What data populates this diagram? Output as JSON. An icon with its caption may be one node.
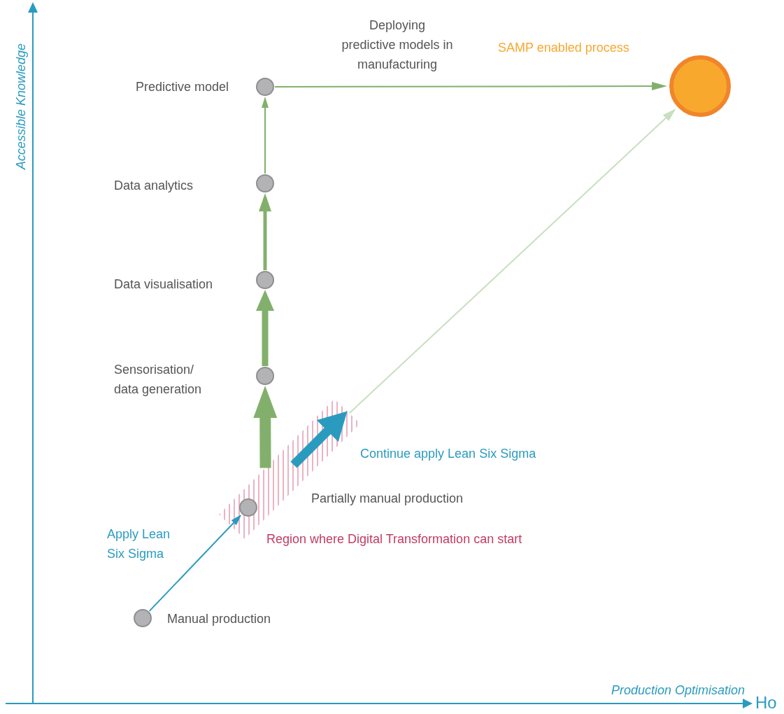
{
  "diagram": {
    "nodes": [
      {
        "text": [],
        "shape": "circle",
        "beside": [
          "SAMP enabled process"
        ]
      },
      {
        "text": [],
        "shape": "circle",
        "beside": [
          "Predictive model"
        ]
      },
      {
        "text": [],
        "shape": "circle"
      },
      {
        "text": [],
        "shape": "circle",
        "beside": [
          "Data visualisation"
        ]
      },
      {
        "text": [],
        "shape": "circle"
      },
      {
        "text": [],
        "shape": "bar",
        "beside": [
          "Region where Digital Transformation can start"
        ]
      },
      {
        "text": [],
        "shape": "circle",
        "in": 5
      },
      {
        "text": [],
        "shape": "circle",
        "beside": [
          "Manual production"
        ]
      }
    ],
    "edges": [
      {
        "from": 7,
        "to": 6,
        "arrow": "to",
        "label": "Apply Lean Six Sigma",
        "color": "#2a9bbf"
      },
      {
        "from": 5,
        "to": 4,
        "arrow": "to",
        "style": "thick"
      },
      {
        "from": 4,
        "to": 3,
        "arrow": "to",
        "style": "thick"
      },
      {
        "from": 3,
        "to": 2,
        "arrow": "to",
        "style": "thick"
      },
      {
        "from": 2,
        "to": 1,
        "arrow": "to"
      },
      {
        "from": 1,
        "to": 0,
        "arrow": "to",
        "label": "Deploying predictive models in manufacturing"
      },
      {
        "from": null,
        "to": 5,
        "arrow": "to",
        "label": "Continue apply Lean Six Sigma",
        "style": "thick",
        "color": "#2a9bbf"
      },
      {
        "from": 5,
        "to": 0,
        "arrow": "to",
        "color": "#c8dfc0"
      }
    ],
    "labels": [
      "Accessible Knowledge",
      "Data analytics",
      "Sensorisation/ data generation",
      "Partially manual production",
      "Production Optimisation",
      "Ho"
    ]
  }
}
